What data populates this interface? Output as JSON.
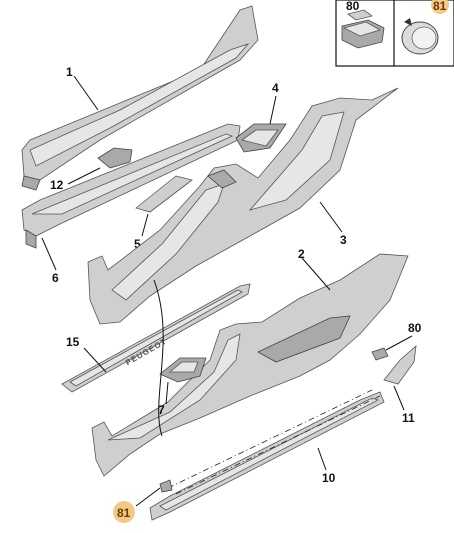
{
  "diagram": {
    "callouts": {
      "c1": "1",
      "c2": "2",
      "c3": "3",
      "c4": "4",
      "c5": "5",
      "c6": "6",
      "c7": "7",
      "c10": "10",
      "c11": "11",
      "c12": "12",
      "c15": "15",
      "c80_inset": "80",
      "c81_inset": "81",
      "c80_main": "80",
      "c81_main": "81"
    },
    "sill_badge_text": "PEUGEOT",
    "highlight_color": "#f3c98a"
  }
}
